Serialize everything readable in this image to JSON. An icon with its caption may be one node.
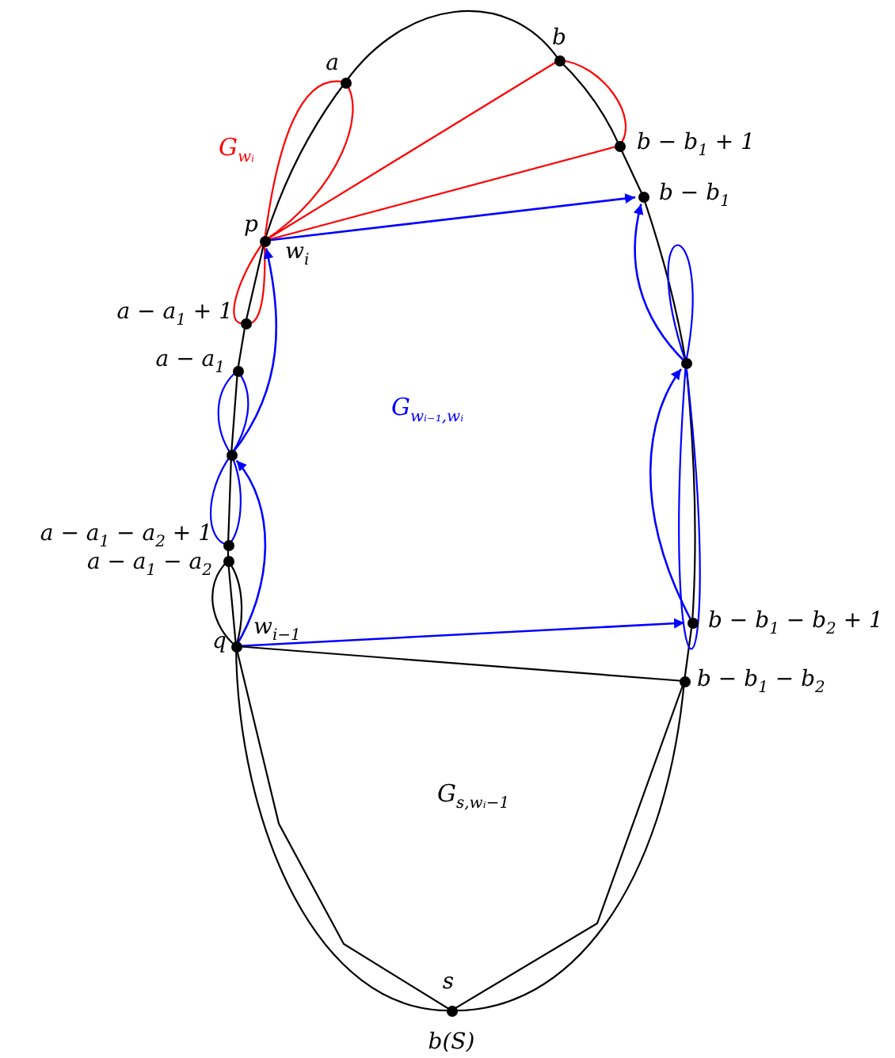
{
  "diagram": {
    "nodes": [
      {
        "text": [
          "a"
        ]
      },
      {
        "text": [
          "b"
        ]
      },
      {
        "text": [
          "b − b$_{1}$ + 1"
        ]
      },
      {
        "text": [
          "b − b$_{1}$"
        ]
      },
      {
        "text": [
          "p",
          "w$_{i}$"
        ]
      },
      {
        "text": [
          "a − a$_{1}$ + 1"
        ]
      },
      {
        "text": [
          "a − a$_{1}$"
        ]
      },
      {
        "text": [],
        "shape": "circle"
      },
      {
        "text": [],
        "shape": "circle"
      },
      {
        "text": [
          "a − a$_{1}$ − a$_{2}$ + 1"
        ]
      },
      {
        "text": [
          "a − a$_{1}$ − a$_{2}$"
        ]
      },
      {
        "text": [
          "q",
          "w$_{i−1}$"
        ]
      },
      {
        "text": [
          "b − b$_{1}$ − b$_{2}$ + 1"
        ]
      },
      {
        "text": [
          "b − b$_{1}$ − b$_{2}$"
        ]
      },
      {
        "text": [
          "s",
          "b(S)"
        ]
      }
    ],
    "edges": [
      {
        "from": 0,
        "to": 1,
        "arrow": "none"
      },
      {
        "from": 1,
        "to": 2,
        "arrow": "none"
      },
      {
        "from": 2,
        "to": 3,
        "arrow": "none"
      },
      {
        "from": 3,
        "to": 7,
        "arrow": "none"
      },
      {
        "from": 7,
        "to": 12,
        "arrow": "none"
      },
      {
        "from": 12,
        "to": 13,
        "arrow": "none"
      },
      {
        "from": 13,
        "to": 14,
        "arrow": "none"
      },
      {
        "from": 14,
        "to": 11,
        "arrow": "none"
      },
      {
        "from": 11,
        "to": 10,
        "arrow": "none"
      },
      {
        "from": 10,
        "to": 9,
        "arrow": "none"
      },
      {
        "from": 9,
        "to": 8,
        "arrow": "none"
      },
      {
        "from": 8,
        "to": 6,
        "arrow": "none"
      },
      {
        "from": 6,
        "to": 5,
        "arrow": "none"
      },
      {
        "from": 5,
        "to": 4,
        "arrow": "none"
      },
      {
        "from": 4,
        "to": 0,
        "arrow": "none"
      },
      {
        "from": 4,
        "to": 0,
        "arrow": "none",
        "color": "#ff0000"
      },
      {
        "from": 0,
        "to": 4,
        "arrow": "none",
        "color": "#ff0000"
      },
      {
        "from": 4,
        "to": 1,
        "arrow": "none",
        "color": "#ff0000"
      },
      {
        "from": 1,
        "to": 2,
        "arrow": "none",
        "color": "#ff0000"
      },
      {
        "from": 4,
        "to": 2,
        "arrow": "none",
        "color": "#ff0000"
      },
      {
        "from": 4,
        "to": 5,
        "arrow": "none",
        "color": "#ff0000"
      },
      {
        "from": 4,
        "to": 5,
        "arrow": "none",
        "color": "#ff0000"
      },
      {
        "from": 4,
        "to": 3,
        "arrow": "to",
        "color": "#0000ff"
      },
      {
        "from": 8,
        "to": 4,
        "arrow": "to",
        "color": "#0000ff"
      },
      {
        "from": 6,
        "to": 8,
        "arrow": "none",
        "color": "#0000ff"
      },
      {
        "from": 6,
        "to": 8,
        "arrow": "none",
        "color": "#0000ff"
      },
      {
        "from": 8,
        "to": 9,
        "arrow": "none",
        "color": "#0000ff"
      },
      {
        "from": 8,
        "to": 9,
        "arrow": "none",
        "color": "#0000ff"
      },
      {
        "from": 11,
        "to": 8,
        "arrow": "to",
        "color": "#0000ff"
      },
      {
        "from": 11,
        "to": 12,
        "arrow": "to",
        "color": "#0000ff"
      },
      {
        "from": 7,
        "to": 3,
        "arrow": "to",
        "color": "#0000ff"
      },
      {
        "from": 7,
        "to": 7,
        "arrow": "none",
        "color": "#0000ff"
      },
      {
        "from": 7,
        "to": 7,
        "arrow": "none",
        "color": "#0000ff"
      },
      {
        "from": 12,
        "to": 7,
        "arrow": "to",
        "color": "#0000ff"
      },
      {
        "from": 10,
        "to": 11,
        "arrow": "none"
      },
      {
        "from": 10,
        "to": 11,
        "arrow": "none"
      },
      {
        "from": 11,
        "to": 13,
        "arrow": "none"
      },
      {
        "from": 11,
        "to": 14,
        "arrow": "none"
      },
      {
        "from": 13,
        "to": 14,
        "arrow": "none"
      }
    ],
    "labels": [
      "G$_{wᵢ}$",
      "G$_{wᵢ₋₁,wᵢ}$",
      "G$_{s,wᵢ−1}$"
    ]
  }
}
